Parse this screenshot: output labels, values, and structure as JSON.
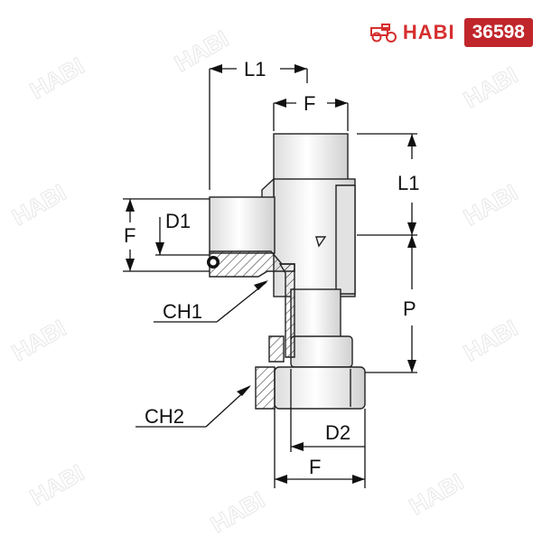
{
  "brand": {
    "logo_text": "HABI",
    "product_code": "36598",
    "accent_color": "#c0262b",
    "logo_icon": "tractor-icon"
  },
  "diagram": {
    "dimension_labels": {
      "l1_top": "L1",
      "f_top": "F",
      "l1_right": "L1",
      "p_right": "P",
      "d1": "D1",
      "f_left": "F",
      "ch1": "CH1",
      "ch2": "CH2",
      "d2": "D2",
      "f_bottom": "F"
    },
    "body_color": "#f2f2f2",
    "outline_color": "#222222"
  }
}
